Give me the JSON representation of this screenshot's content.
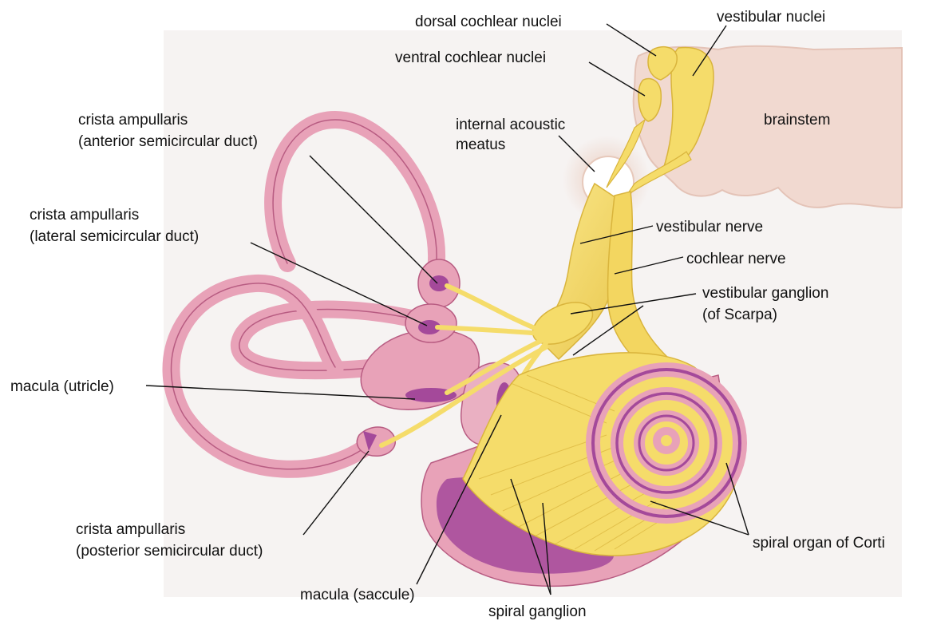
{
  "labels": {
    "dorsal_cochlear_nuclei": "dorsal cochlear nuclei",
    "vestibular_nuclei": "vestibular nuclei",
    "ventral_cochlear_nuclei": "ventral cochlear nuclei",
    "brainstem": "brainstem",
    "internal_acoustic_meatus_1": "internal acoustic",
    "internal_acoustic_meatus_2": "meatus",
    "crista_anterior_1": "crista ampullaris",
    "crista_anterior_2": "(anterior semicircular duct)",
    "crista_lateral_1": "crista ampullaris",
    "crista_lateral_2": "(lateral semicircular duct)",
    "vestibular_nerve": "vestibular nerve",
    "cochlear_nerve": "cochlear nerve",
    "vestibular_ganglion_1": "vestibular ganglion",
    "vestibular_ganglion_2": "(of Scarpa)",
    "macula_utricle": "macula (utricle)",
    "crista_posterior_1": "crista ampullaris",
    "crista_posterior_2": "(posterior semicircular duct)",
    "macula_saccule": "macula (saccule)",
    "spiral_organ": "spiral organ of Corti",
    "spiral_ganglion": "spiral ganglion"
  },
  "colors": {
    "labyrinth": "#e8a2b8",
    "labyrinth_dark": "#b85c82",
    "sensory": "#a4499a",
    "nerve": "#f5dc6a",
    "nerve_dark": "#d9b43c",
    "brainstem": "#f1d9d0",
    "background": "#f6f3f2"
  }
}
